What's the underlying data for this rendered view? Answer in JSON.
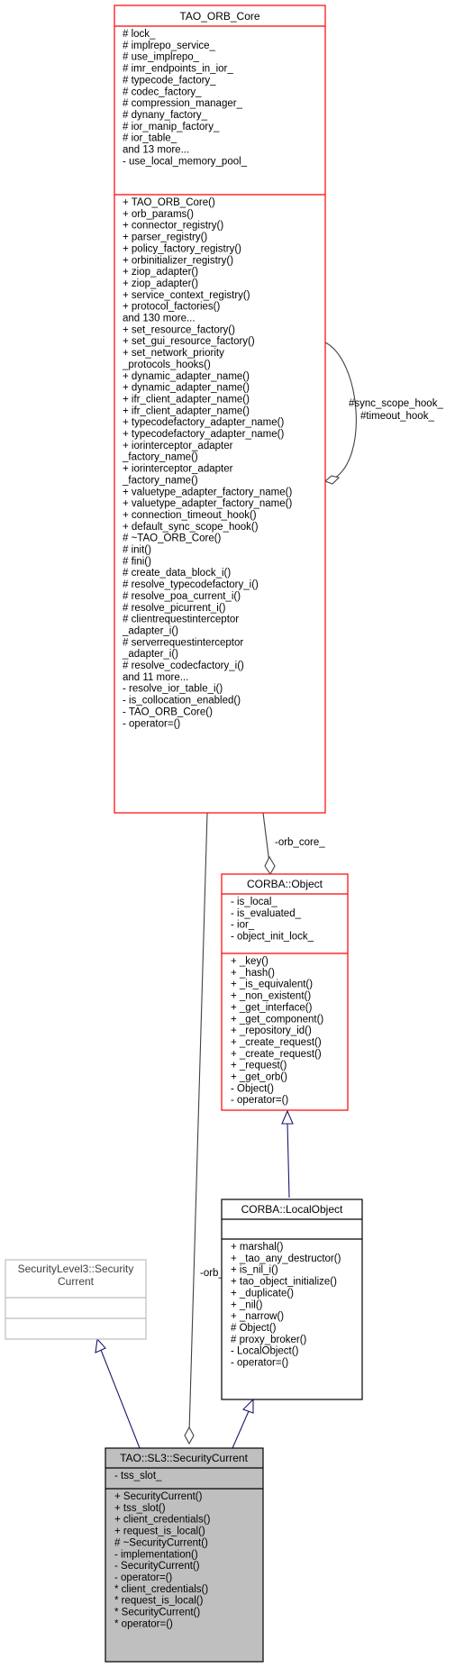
{
  "classes": {
    "orb_core": {
      "name": "TAO_ORB_Core",
      "attributes": [
        "# lock_",
        "# implrepo_service_",
        "# use_implrepo_",
        "# imr_endpoints_in_ior_",
        "# typecode_factory_",
        "# codec_factory_",
        "# compression_manager_",
        "# dynany_factory_",
        "# ior_manip_factory_",
        "# ior_table_",
        "and 13 more...",
        "- use_local_memory_pool_"
      ],
      "operations": [
        "+ TAO_ORB_Core()",
        "+ orb_params()",
        "+ connector_registry()",
        "+ parser_registry()",
        "+ policy_factory_registry()",
        "+ orbinitializer_registry()",
        "+ ziop_adapter()",
        "+ ziop_adapter()",
        "+ service_context_registry()",
        "+ protocol_factories()",
        "and 130 more...",
        "+ set_resource_factory()",
        "+ set_gui_resource_factory()",
        "+ set_network_priority",
        "_protocols_hooks()",
        "+ dynamic_adapter_name()",
        "+ dynamic_adapter_name()",
        "+ ifr_client_adapter_name()",
        "+ ifr_client_adapter_name()",
        "+ typecodefactory_adapter_name()",
        "+ typecodefactory_adapter_name()",
        "+ iorinterceptor_adapter",
        "_factory_name()",
        "+ iorinterceptor_adapter",
        "_factory_name()",
        "+ valuetype_adapter_factory_name()",
        "+ valuetype_adapter_factory_name()",
        "+ connection_timeout_hook()",
        "+ default_sync_scope_hook()",
        "# ~TAO_ORB_Core()",
        "# init()",
        "# fini()",
        "# create_data_block_i()",
        "# resolve_typecodefactory_i()",
        "# resolve_poa_current_i()",
        "# resolve_picurrent_i()",
        "# clientrequestinterceptor",
        "_adapter_i()",
        "# serverrequestinterceptor",
        "_adapter_i()",
        "# resolve_codecfactory_i()",
        "and 11 more...",
        "- resolve_ior_table_i()",
        "- is_collocation_enabled()",
        "- TAO_ORB_Core()",
        "- operator=()"
      ]
    },
    "corba_object": {
      "name": "CORBA::Object",
      "attributes": [
        "- is_local_",
        "- is_evaluated_",
        "- ior_",
        "- object_init_lock_"
      ],
      "operations": [
        "+ _key()",
        "+ _hash()",
        "+ _is_equivalent()",
        "+ _non_existent()",
        "+ _get_interface()",
        "+ _get_component()",
        "+ _repository_id()",
        "+ _create_request()",
        "+ _create_request()",
        "+ _request()",
        "+ _get_orb()",
        "- Object()",
        "- operator=()"
      ]
    },
    "local_object": {
      "name": "CORBA::LocalObject",
      "attributes": [],
      "operations": [
        "+ marshal()",
        "+ _tao_any_destructor()",
        "+ is_nil_i()",
        "+ tao_object_initialize()",
        "+ _duplicate()",
        "+ _nil()",
        "+ _narrow()",
        "# Object()",
        "# proxy_broker()",
        "- LocalObject()",
        "- operator=()"
      ]
    },
    "sl3_current": {
      "name_lines": [
        "SecurityLevel3::Security",
        "Current"
      ],
      "attributes": [],
      "operations": []
    },
    "security_current": {
      "name": "TAO::SL3::SecurityCurrent",
      "attributes": [
        "- tss_slot_"
      ],
      "operations": [
        "+ SecurityCurrent()",
        "+ tss_slot()",
        "+ client_credentials()",
        "+ request_is_local()",
        "# ~SecurityCurrent()",
        "- implementation()",
        "- SecurityCurrent()",
        "- operator=()",
        "* client_credentials()",
        "* request_is_local()",
        "* SecurityCurrent()",
        "* operator=()"
      ]
    }
  },
  "edges": {
    "self_loop_label_1": "#sync_scope_hook_",
    "self_loop_label_2": "#timeout_hook_",
    "orb_core_to_object_label": "-orb_core_",
    "orb_core_to_current_label": "-orb_core_"
  },
  "colors": {
    "used_class_border": "#ff0000",
    "class_border": "#000000",
    "external_class_border": "#bfbfbf",
    "focus_class_fill": "#bfbfbf",
    "inheritance_edge": "#191970",
    "usage_edge": "#404040"
  }
}
